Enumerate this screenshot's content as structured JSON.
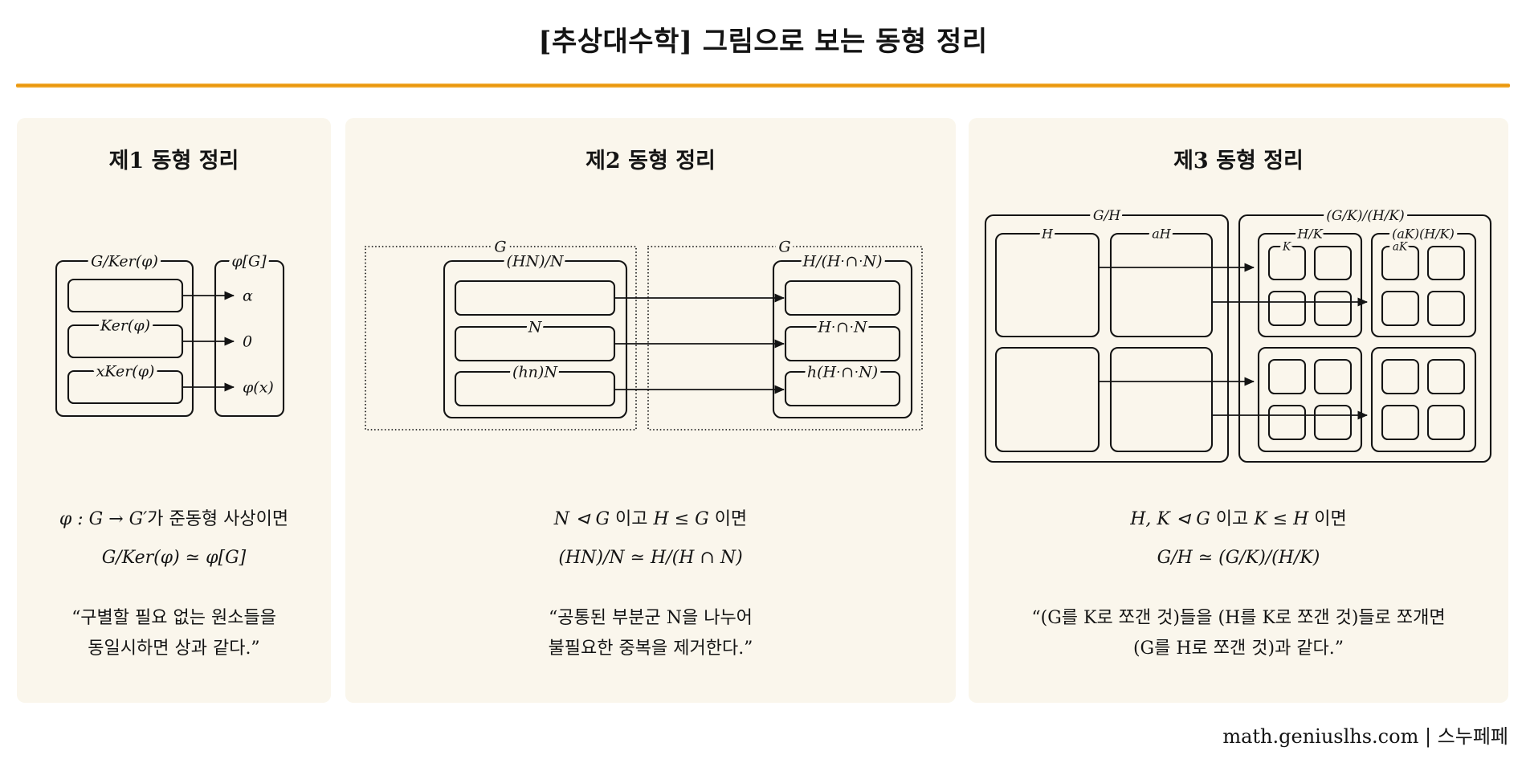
{
  "page": {
    "title": "[추상대수학] 그림으로 보는 동형 정리",
    "footer": "math.geniuslhs.com | 스누페페",
    "accent_color": "#E8940A",
    "panel_bg": "#FAF6EC",
    "ink_color": "#141414"
  },
  "panel1": {
    "title": "제1 동형 정리",
    "diagram": {
      "quotient_group_label": "G/Ker(φ)",
      "image_group_label": "φ[G]",
      "kernel_label": "Ker(φ)",
      "coset_label": "xKer(φ)",
      "target1": "α",
      "target2": "0",
      "target3": "φ(x)"
    },
    "cond_math1": "φ : G → G′",
    "cond_text1": "가 준동형 사상이면",
    "result": "G/Ker(φ) ≃ φ[G]",
    "quote_line1": "“구별할 필요 없는 원소들을",
    "quote_line2": "동일시하면 상과 같다.”"
  },
  "panel2": {
    "title": "제2 동형 정리",
    "diagram": {
      "left_group_label": "G",
      "right_group_label": "G",
      "left_quotient_label": "(HN)/N",
      "left_normal_label": "N",
      "left_coset_label": "(hn)N",
      "right_quotient_label": "H/(H ∩ N)",
      "right_intersection_label": "H ∩ N",
      "right_coset_label": "h(H ∩ N)"
    },
    "cond_math1": "N ⊲ G",
    "cond_text1": " 이고 ",
    "cond_math2": "H ≤ G",
    "cond_text2": " 이면",
    "result": "(HN)/N ≃ H/(H ∩ N)",
    "quote_line1": "“공통된 부분군 N을 나누어",
    "quote_line2": "불필요한 중복을 제거한다.”"
  },
  "panel3": {
    "title": "제3 동형 정리",
    "diagram": {
      "left_outer_label": "G/H",
      "left_box1_label": "H",
      "left_box2_label": "aH",
      "right_outer_label": "(G/K)/(H/K)",
      "right_box1_label": "H/K",
      "right_box2_label": "(aK)(H/K)",
      "small_cell1_label": "K",
      "small_cell2_label": "aK"
    },
    "cond_math1": "H, K ⊲ G",
    "cond_text1": " 이고 ",
    "cond_math2": "K ≤ H",
    "cond_text2": " 이면",
    "result": "G/H ≃ (G/K)/(H/K)",
    "quote_line1": "“(G를 K로 쪼갠 것)들을 (H를 K로 쪼갠 것)들로 쪼개면",
    "quote_line2": "(G를 H로 쪼갠 것)과 같다.”"
  }
}
